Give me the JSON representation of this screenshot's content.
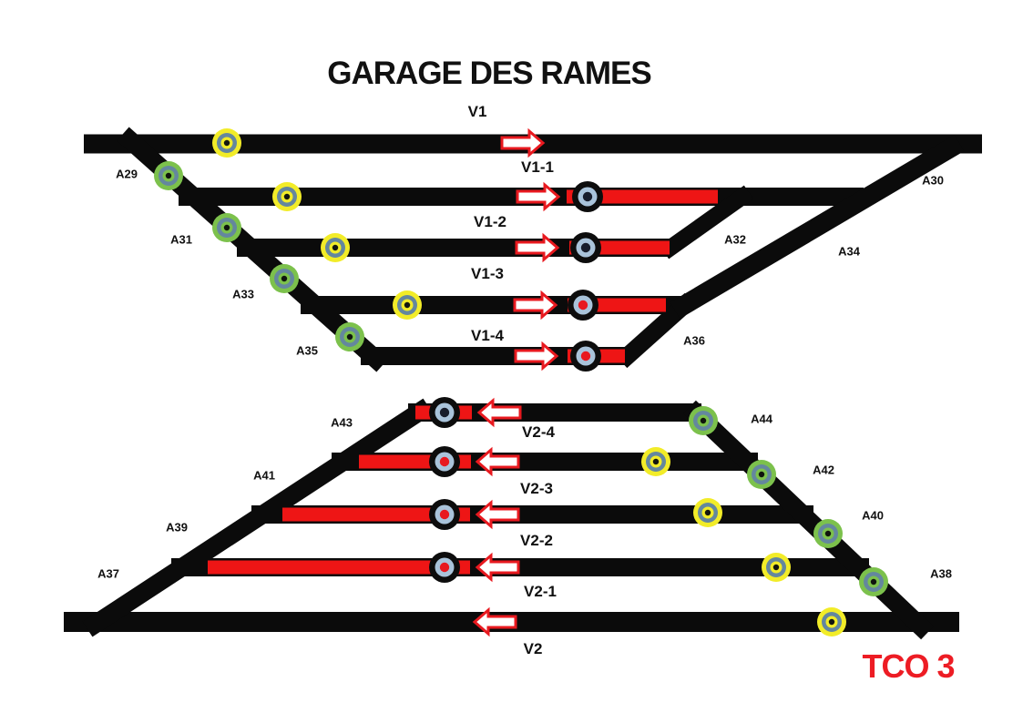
{
  "title": "GARAGE DES RAMES",
  "panel_tag": "TCO 3",
  "track_labels": {
    "v1": "V1",
    "v1_1": "V1-1",
    "v1_2": "V1-2",
    "v1_3": "V1-3",
    "v1_4": "V1-4",
    "v2_4": "V2-4",
    "v2_3": "V2-3",
    "v2_2": "V2-2",
    "v2_1": "V2-1",
    "v2": "V2"
  },
  "turnout_labels": {
    "a29": "A29",
    "a30": "A30",
    "a31": "A31",
    "a32": "A32",
    "a33": "A33",
    "a34": "A34",
    "a35": "A35",
    "a36": "A36",
    "a37": "A37",
    "a38": "A38",
    "a39": "A39",
    "a40": "A40",
    "a41": "A41",
    "a42": "A42",
    "a43": "A43",
    "a44": "A44"
  },
  "icons": {
    "arrow-right-icon": "white arrow with red outline pointing right (direction on V1 group)",
    "arrow-left-icon": "white arrow with red outline pointing left (direction on V2 group)",
    "lamp-yellow-icon": "yellow concentric-ring track lamp",
    "lamp-green-icon": "green concentric-ring turnout lamp",
    "lamp-occupied-icon": "black/blue ring lamp on occupied red section"
  },
  "colors": {
    "background": "#ffffff",
    "track": "#0b0b0b",
    "occupied_section": "#ee1515",
    "arrow_fill": "#ffffff",
    "arrow_outline": "#e8191f",
    "lamp_yellow": "#f2ec28",
    "lamp_green": "#7cc14c",
    "lamp_ring_slate": "#64879e",
    "lamp_ring_slate_light": "#a9c3da",
    "lamp_center_red": "#e8191f",
    "lamp_center_dark": "#181d2b",
    "title_color": "#111111",
    "tco_color": "#ed1c24"
  }
}
